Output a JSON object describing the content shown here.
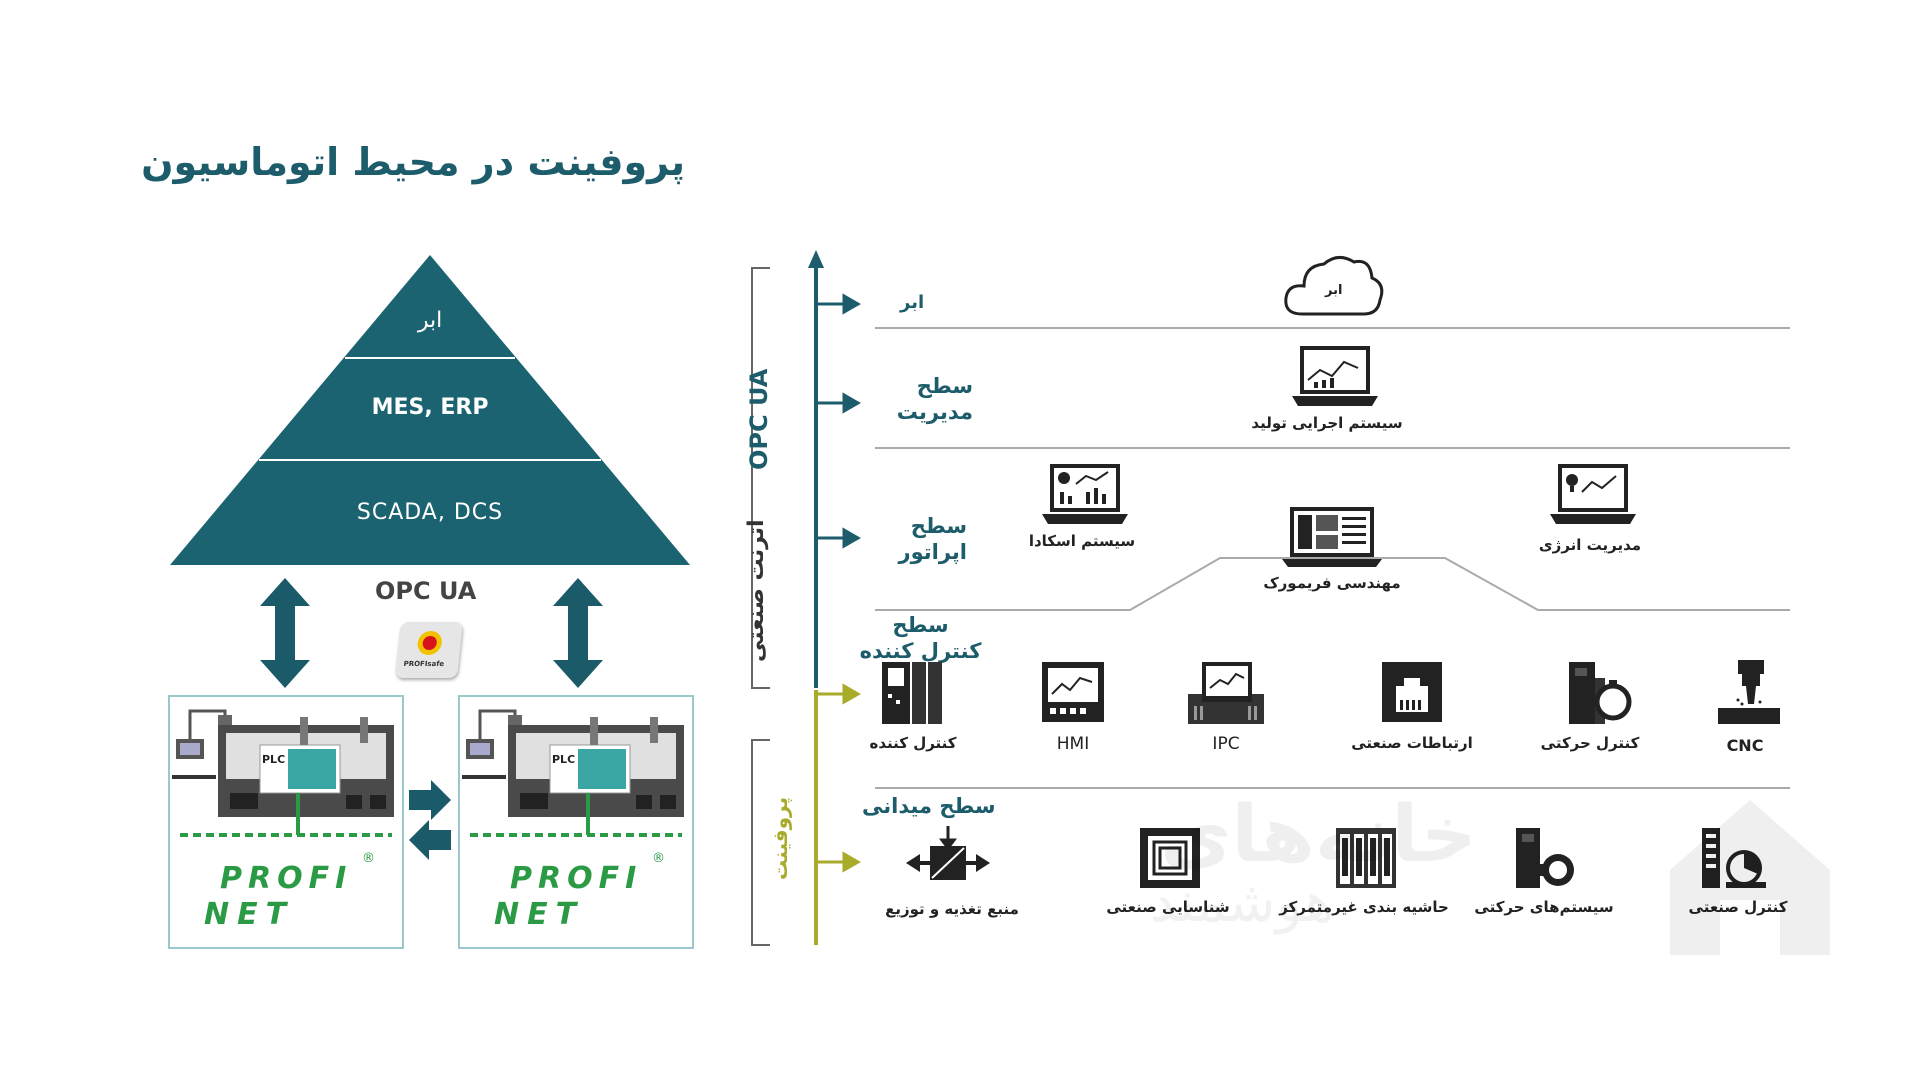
{
  "title": "پروفینت در محیط اتوماسیون",
  "pyramid": {
    "levels": [
      "ابر",
      "MES, ERP",
      "SCADA, DCS"
    ],
    "protocol": "OPC UA",
    "profisafe": "PROFIsafe"
  },
  "panels": {
    "plc_label": "PLC",
    "profi": "PROFI",
    "net": "NET"
  },
  "axis": {
    "opc_ua": "OPC UA",
    "industrial_ethernet": "اترنت صنعتی",
    "profinet": "پروفینت"
  },
  "levels": {
    "cloud": "ابر",
    "management": [
      "سطح",
      "مدیریت"
    ],
    "operator": [
      "سطح",
      "اپراتور"
    ],
    "controller": [
      "سطح",
      "کنترل کننده"
    ],
    "field": "سطح میدانی"
  },
  "devices": {
    "cloud": "ابر",
    "mes": "سیستم اجرایی تولید",
    "scada": "سیستم اسکادا",
    "framework": "مهندسی فریمورک",
    "energy": "مدیریت انرژی",
    "controller": "کنترل کننده",
    "hmi": "HMI",
    "ipc": "IPC",
    "comm": "ارتباطات صنعتی",
    "motion": "کنترل حرکتی",
    "cnc": "CNC",
    "power": "منبع تغذیه و توزیع",
    "rfid": "شناسایی صنعتی",
    "remote_io": "حاشیه بندی غیرمتمرکز",
    "drives": "سیستم‌های حرکتی",
    "ind_control": "کنترل صنعتی"
  },
  "watermark": {
    "line1": "خانه‌های",
    "line2": "هوشمند"
  },
  "colors": {
    "teal_dark": "#1d5c6a",
    "pyramid": "#1b6370",
    "olive": "#a9ab2b",
    "profinet_green": "#2a9a45"
  }
}
